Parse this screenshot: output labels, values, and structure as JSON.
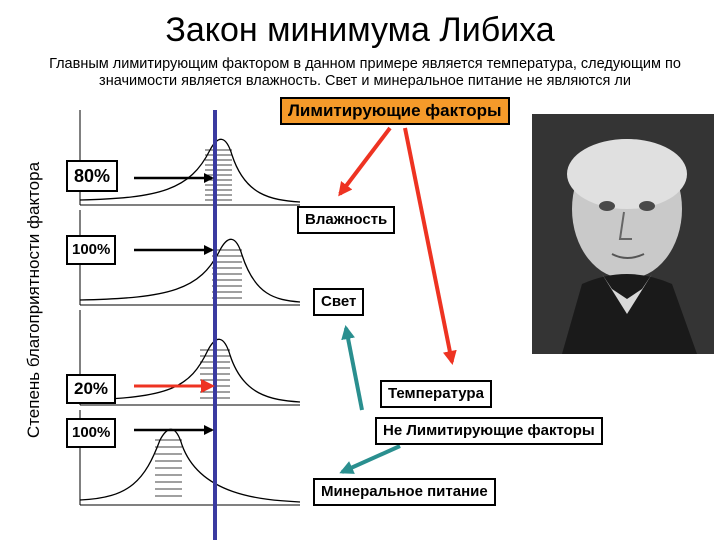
{
  "title": "Закон минимума Либиха",
  "subtitle": "Главным лимитирующим фактором в данном примере является температура, следующим по значимости является влажность. Свет и минеральное питание не являются ли",
  "y_axis_label": "Степень благоприятности фактора",
  "boxes": {
    "limiting": "Лимитирующие факторы",
    "pct_80": "80%",
    "moisture": "Влажность",
    "pct_100_a": "100%",
    "light": "Свет",
    "pct_20": "20%",
    "temperature": "Температура",
    "pct_100_b": "100%",
    "non_limiting": "Не Лимитирующие факторы",
    "mineral": "Минеральное питание"
  },
  "colors": {
    "orange": "#f59a2a",
    "blue_line": "#3a3aa0",
    "red_arrow": "#ee3322",
    "teal_arrow": "#2a8f8f"
  }
}
